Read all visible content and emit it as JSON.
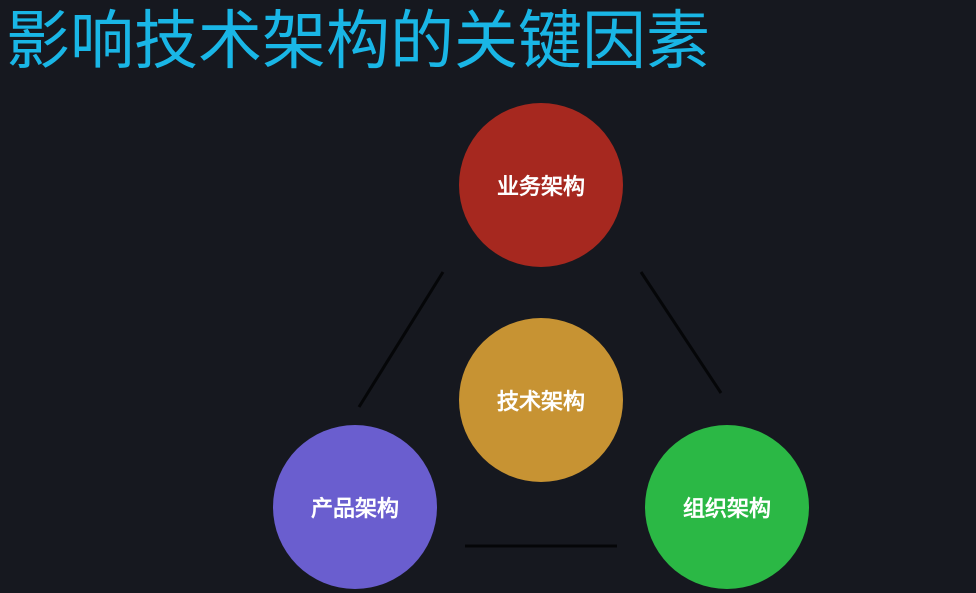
{
  "slide": {
    "title": "影响技术架构的关键因素"
  },
  "nodes": {
    "business": {
      "label": "业务架构",
      "color": "#a6281f"
    },
    "tech": {
      "label": "技术架构",
      "color": "#c79333"
    },
    "product": {
      "label": "产品架构",
      "color": "#6a5ecf"
    },
    "org": {
      "label": "组织架构",
      "color": "#2bb845"
    }
  },
  "connector_color": "#050608"
}
